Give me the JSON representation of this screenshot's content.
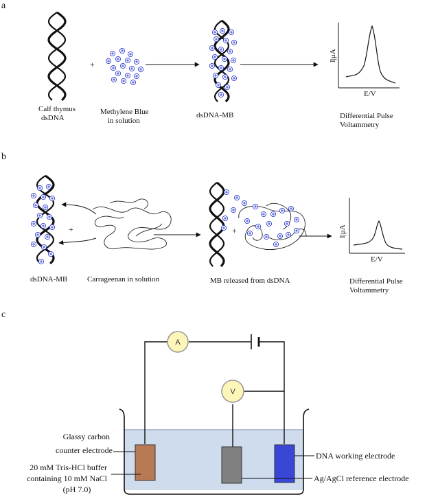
{
  "panels": {
    "a": {
      "letter": "a",
      "dna_label_1": "Calf thymus",
      "dna_label_2": "dsDNA",
      "mb_label_1": "Methylene Blue",
      "mb_label_2": "in solution",
      "complex_label": "dsDNA-MB",
      "plus": "+",
      "dpv_label_1": "Differential Pulse",
      "dpv_label_2": "Voltammetry",
      "y_axis": "I|μA",
      "x_axis": "E/V"
    },
    "b": {
      "letter": "b",
      "complex_label": "dsDNA-MB",
      "carrageenan_label": "Carrageenan in solution",
      "released_label": "MB released from dsDNA",
      "plus_1": "+",
      "plus_2": "+",
      "dpv_label_1": "Differential Pulse",
      "dpv_label_2": "Voltammetry",
      "y_axis": "I|μA",
      "x_axis": "E/V"
    },
    "c": {
      "letter": "c",
      "ammeter": "A",
      "voltmeter": "V",
      "counter_1": "Glassy carbon",
      "counter_2": "counter electrode",
      "buffer_1": "20 mM Tris-HCl buffer",
      "buffer_2": "containing 10 mM NaCl",
      "buffer_3": "(pH 7.0)",
      "working": "DNA working electrode",
      "reference": "Ag/AgCl reference electrode"
    }
  },
  "colors": {
    "mb_blue": "#2f3fd0",
    "solution": "#cfdcee",
    "counter_electrode": "#b87a55",
    "reference_electrode": "#808080",
    "working_electrode": "#3a46d6",
    "meter_fill": "#fdf6b8"
  }
}
